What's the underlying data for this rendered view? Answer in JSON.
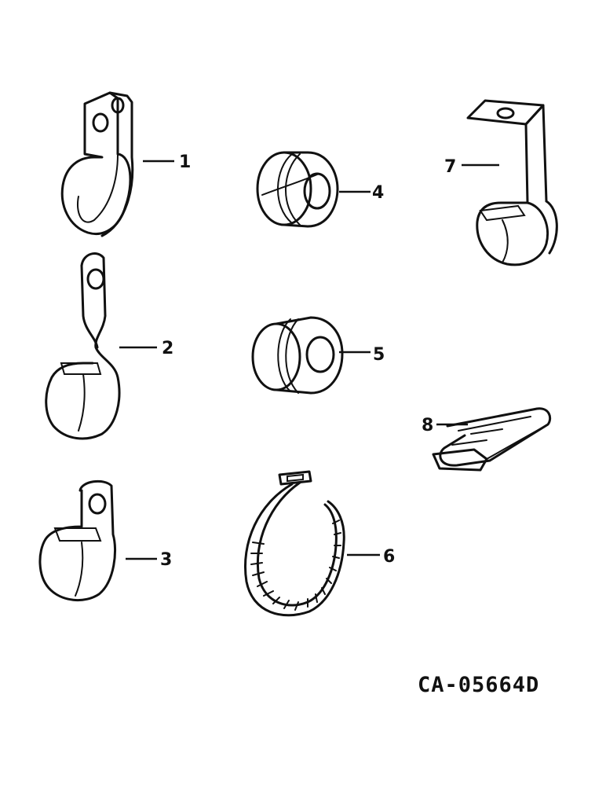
{
  "callouts": {
    "p1": "1",
    "p2": "2",
    "p3": "3",
    "p4": "4",
    "p5": "5",
    "p6": "6",
    "p7": "7",
    "p8": "8"
  },
  "drawing_code": "CA-05664D",
  "colors": {
    "ink": "#111111",
    "paper": "#ffffff"
  }
}
